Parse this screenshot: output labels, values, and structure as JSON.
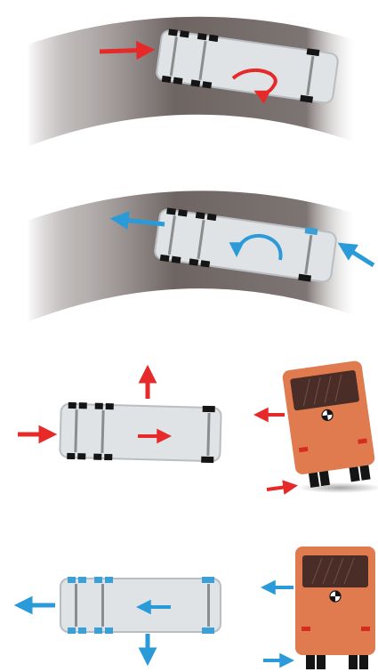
{
  "colors": {
    "background": "#ffffff",
    "road": "#7a716f",
    "road_fade": "#ffffff",
    "bus_body": "#dfe3e6",
    "bus_outline": "#b9bec2",
    "axle": "#8c8c8c",
    "wheel": "#151515",
    "wheel_blue": "#3b9fd8",
    "arrow_red": "#e62a2a",
    "arrow_blue": "#2a9bd8",
    "rear_body": "#e07a4f",
    "rear_window": "#4a2d27",
    "rear_light": "#d62b1f"
  },
  "panels": [
    {
      "name": "panel-oversteer-force",
      "scene": "curve",
      "arrow_color": "red",
      "icon": "rotate-clockwise-icon"
    },
    {
      "name": "panel-oversteer-correction",
      "scene": "curve",
      "arrow_color": "blue",
      "icon": "rotate-counterclockwise-icon"
    },
    {
      "name": "panel-side-impact-force",
      "scene": "straight",
      "arrow_color": "red",
      "icon": "rear-view-bus-icon"
    },
    {
      "name": "panel-side-impact-correction",
      "scene": "straight",
      "arrow_color": "blue",
      "icon": "rear-view-bus-icon"
    }
  ]
}
